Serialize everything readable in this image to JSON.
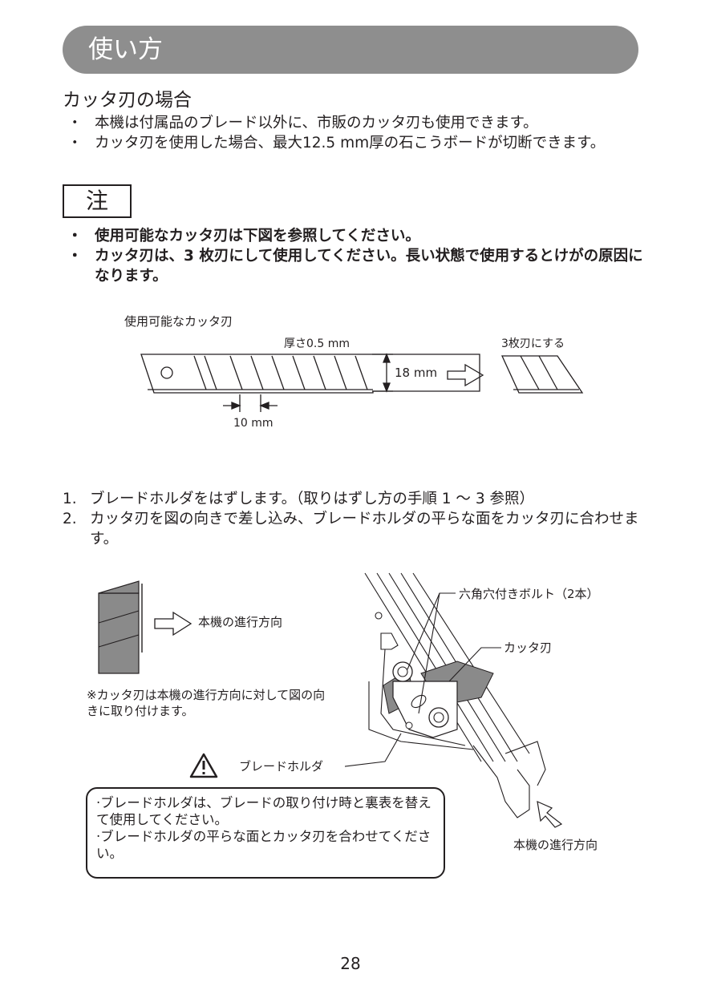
{
  "header": {
    "title": "使い方"
  },
  "section": {
    "title": "カッタ刃の場合",
    "bullets": [
      "本機は付属品のブレード以外に、市販のカッタ刃も使用できます。",
      "カッタ刃を使用した場合、最大12.5 mm厚の石こうボードが切断できます。"
    ]
  },
  "note": {
    "label": "注",
    "bullets": [
      "使用可能なカッタ刃は下図を参照してください。",
      "カッタ刃は、3 枚刃にして使用してください。長い状態で使用するとけがの原因になります。"
    ],
    "bullet_mark": "・"
  },
  "figure1": {
    "caption": "使用可能なカッタ刃",
    "thickness": "厚さ0.5 mm",
    "height": "18 mm",
    "segment": "10 mm",
    "three_blade": "3枚刃にする"
  },
  "steps": [
    {
      "num": "1.",
      "text": "ブレードホルダをはずします。（取りはずし方の手順 1 ～ 3 参照）"
    },
    {
      "num": "2.",
      "text": "カッタ刃を図の向きで差し込み、ブレードホルダの平らな面をカッタ刃に合わせます。"
    }
  ],
  "figure2": {
    "direction": "本機の進行方向",
    "note": "※カッタ刃は本機の進行方向に対して図の向きに取り付けます。",
    "bolt": "六角穴付きボルト（2本）",
    "cutter": "カッタ刃",
    "holder": "ブレードホルダ",
    "direction2": "本機の進行方向"
  },
  "warning": {
    "lines": [
      "·ブレードホルダは、ブレードの取り付け時と裏表を替えて使用してください。",
      "·ブレードホルダの平らな面とカッタ刃を合わせてください。"
    ]
  },
  "page_number": "28"
}
